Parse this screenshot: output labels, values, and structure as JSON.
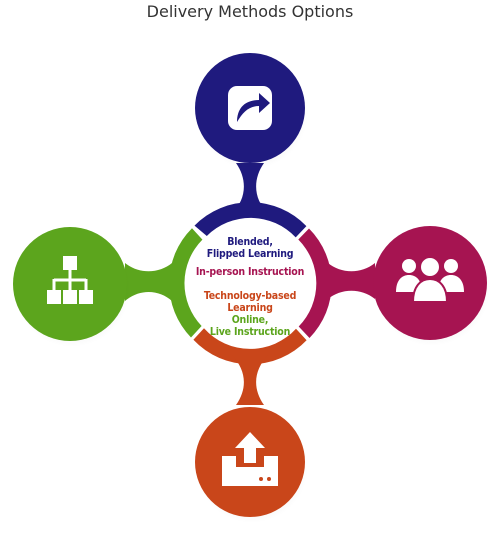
{
  "title": "Delivery Methods Options",
  "methods": [
    {
      "line1": "Blended,",
      "line2": "Flipped Learning",
      "color": "#1f1a7e",
      "icon": "share-arrow-icon"
    },
    {
      "line1": "In-person Instruction",
      "color": "#a61451",
      "icon": "group-users-icon"
    },
    {
      "line1": "Technology-based Learning",
      "color": "#c9461a",
      "icon": "upload-drive-icon"
    },
    {
      "line1": "Online,",
      "line2": "Live Instruction",
      "color": "#5ca51d",
      "icon": "hierarchy-icon"
    }
  ],
  "colors": {
    "blue": "#1f1a7e",
    "magenta": "#a61451",
    "orange": "#c9461a",
    "green": "#5ca51d"
  }
}
